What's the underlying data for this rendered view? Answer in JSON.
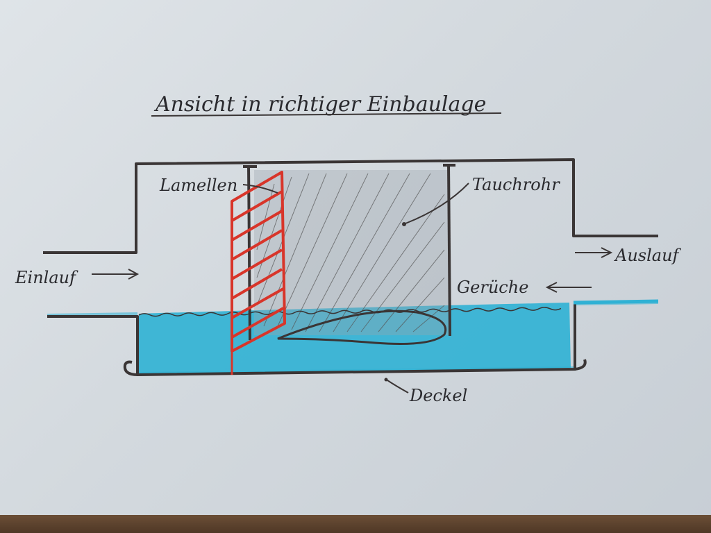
{
  "title": "Ansicht in richtiger Einbaulage",
  "labels": {
    "lamellen": "Lamellen",
    "tauchrohr": "Tauchrohr",
    "einlauf": "Einlauf",
    "auslauf": "Auslauf",
    "gerueche": "Gerüche",
    "deckel": "Deckel"
  },
  "colors": {
    "ink": "#3a3535",
    "water": "#2fb1d4",
    "lamellen": "#d8352a",
    "paper": "#dadfe3"
  }
}
